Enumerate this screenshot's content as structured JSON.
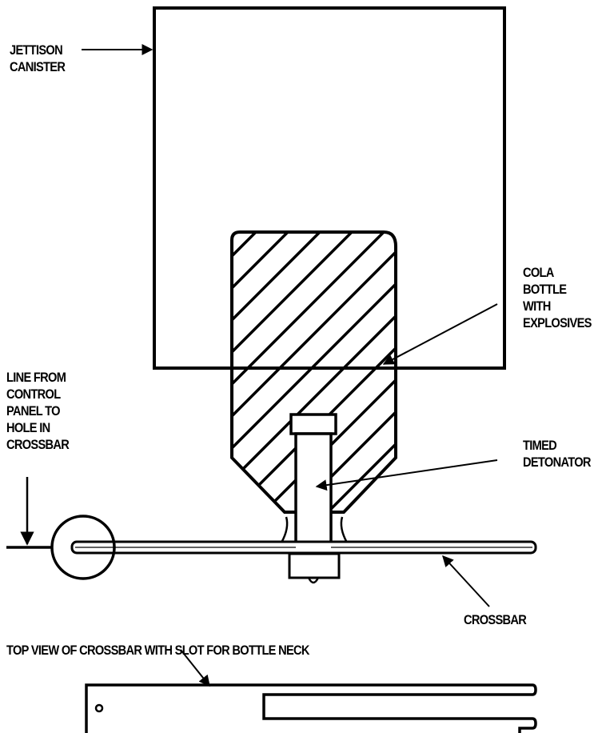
{
  "labels": {
    "jettison_canister": [
      "JETTISON",
      "CANISTER"
    ],
    "cola_bottle": [
      "COLA",
      "BOTTLE",
      "WITH",
      "EXPLOSIVES"
    ],
    "line_from_control_panel": [
      "LINE FROM",
      "CONTROL",
      "PANEL TO",
      "HOLE IN",
      "CROSSBAR"
    ],
    "timed_detonator": [
      "TIMED",
      "DETONATOR"
    ],
    "crossbar": "CROSSBAR",
    "top_view_caption": "TOP VIEW OF CROSSBAR WITH SLOT FOR BOTTLE NECK"
  },
  "colors": {
    "ink": "#000000",
    "paper": "#ffffff"
  }
}
